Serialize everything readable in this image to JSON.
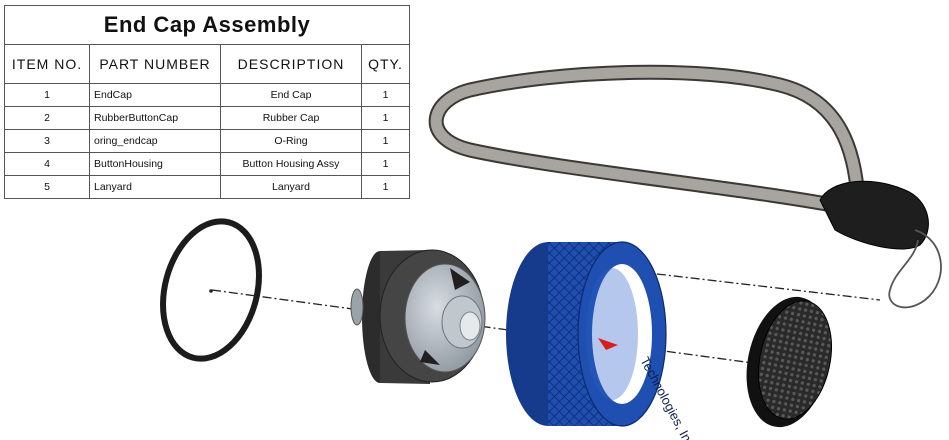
{
  "bom": {
    "title": "End Cap Assembly",
    "headers": [
      "ITEM NO.",
      "PART NUMBER",
      "DESCRIPTION",
      "QTY."
    ],
    "rows": [
      {
        "item": "1",
        "part": "EndCap",
        "desc": "End Cap",
        "qty": "1"
      },
      {
        "item": "2",
        "part": "RubberButtonCap",
        "desc": "Rubber Cap",
        "qty": "1"
      },
      {
        "item": "3",
        "part": "oring_endcap",
        "desc": "O-Ring",
        "qty": "1"
      },
      {
        "item": "4",
        "part": "ButtonHousing",
        "desc": "Button Housing Assy",
        "qty": "1"
      },
      {
        "item": "5",
        "part": "Lanyard",
        "desc": "Lanyard",
        "qty": "1"
      }
    ]
  },
  "parts": {
    "endcap_engraving": "Technologies, Inc."
  },
  "colors": {
    "endcap_blue": "#1f4fb0",
    "housing_dark": "#3a3a3a",
    "lanyard_gray": "#a8a4a0",
    "axis_line": "#222222"
  }
}
